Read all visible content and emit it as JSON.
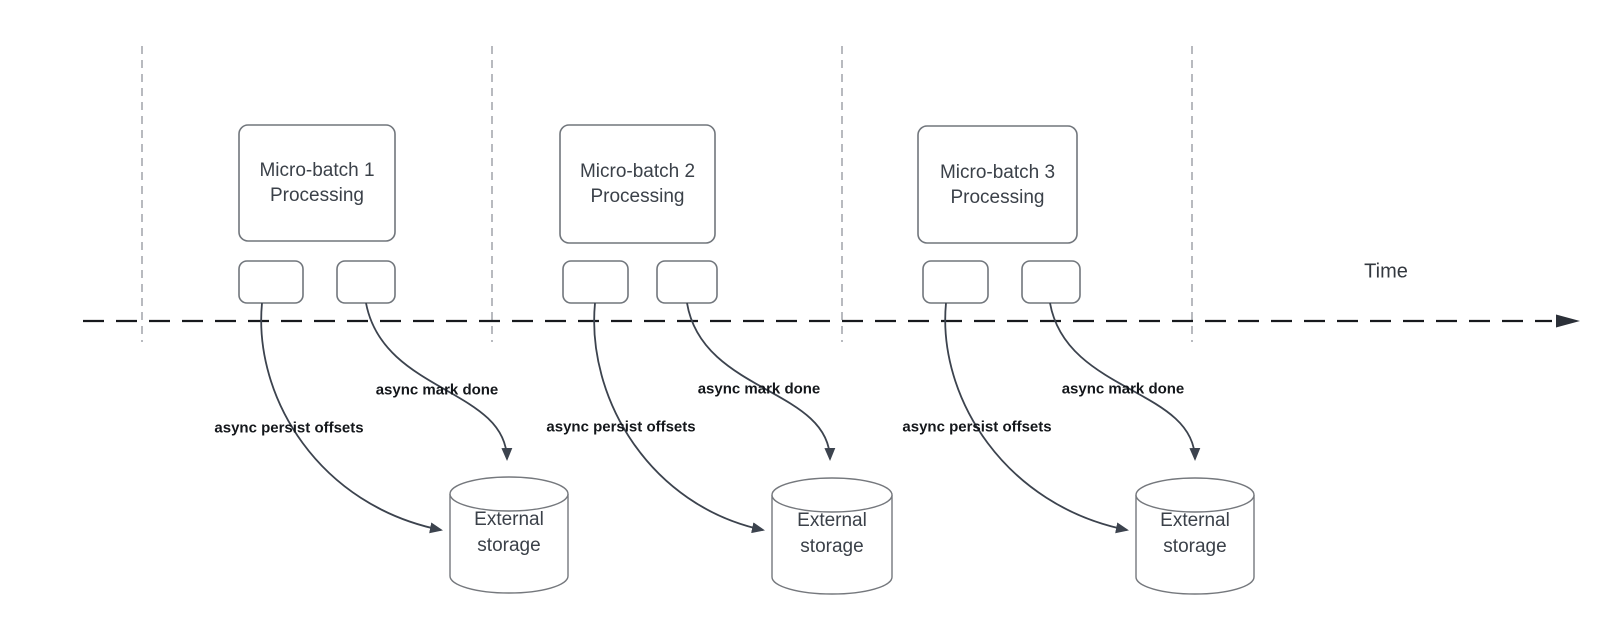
{
  "diagram": {
    "time_label": "Time",
    "batches": [
      {
        "title": "Micro-batch 1\nProcessing",
        "persist_label": "async persist offsets",
        "done_label": "async mark done",
        "storage_label": "External\nstorage"
      },
      {
        "title": "Micro-batch 2\nProcessing",
        "persist_label": "async persist offsets",
        "done_label": "async mark done",
        "storage_label": "External\nstorage"
      },
      {
        "title": "Micro-batch 3\nProcessing",
        "persist_label": "async persist offsets",
        "done_label": "async mark done",
        "storage_label": "External\nstorage"
      }
    ],
    "colors": {
      "bg": "#ffffff",
      "timeline": "#17191d",
      "timeline_arrowhead": "#2b3038",
      "guide_line": "#b0b3b8",
      "shape_border": "#71767c",
      "cylinder_border": "#75787d",
      "flow_arrow": "#3c434e",
      "shape_text": "#3b4149",
      "label_text": "#14171b"
    }
  }
}
